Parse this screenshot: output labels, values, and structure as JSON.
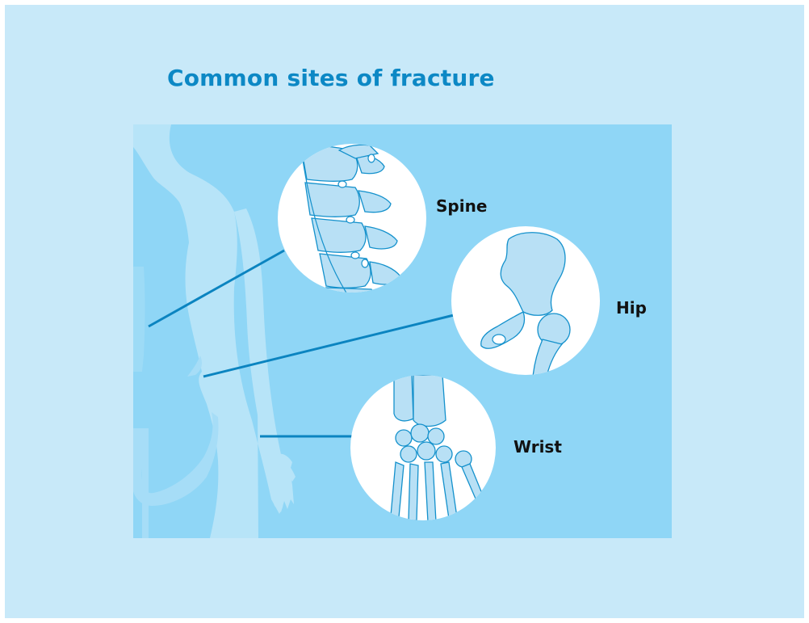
{
  "title": "Common sites of fracture",
  "sites": [
    {
      "id": "spine",
      "label": "Spine"
    },
    {
      "id": "hip",
      "label": "Hip"
    },
    {
      "id": "wrist",
      "label": "Wrist"
    }
  ],
  "colors": {
    "background": "#c8e9f9",
    "panel": "#8fd6f6",
    "body": "#b7e4f8",
    "bone": "#b8e0f5",
    "leader": "#0b84c0",
    "title": "#0c88c5"
  },
  "icons": [
    "body-silhouette",
    "spine-bones-icon",
    "hip-bone-icon",
    "wrist-bones-icon"
  ]
}
